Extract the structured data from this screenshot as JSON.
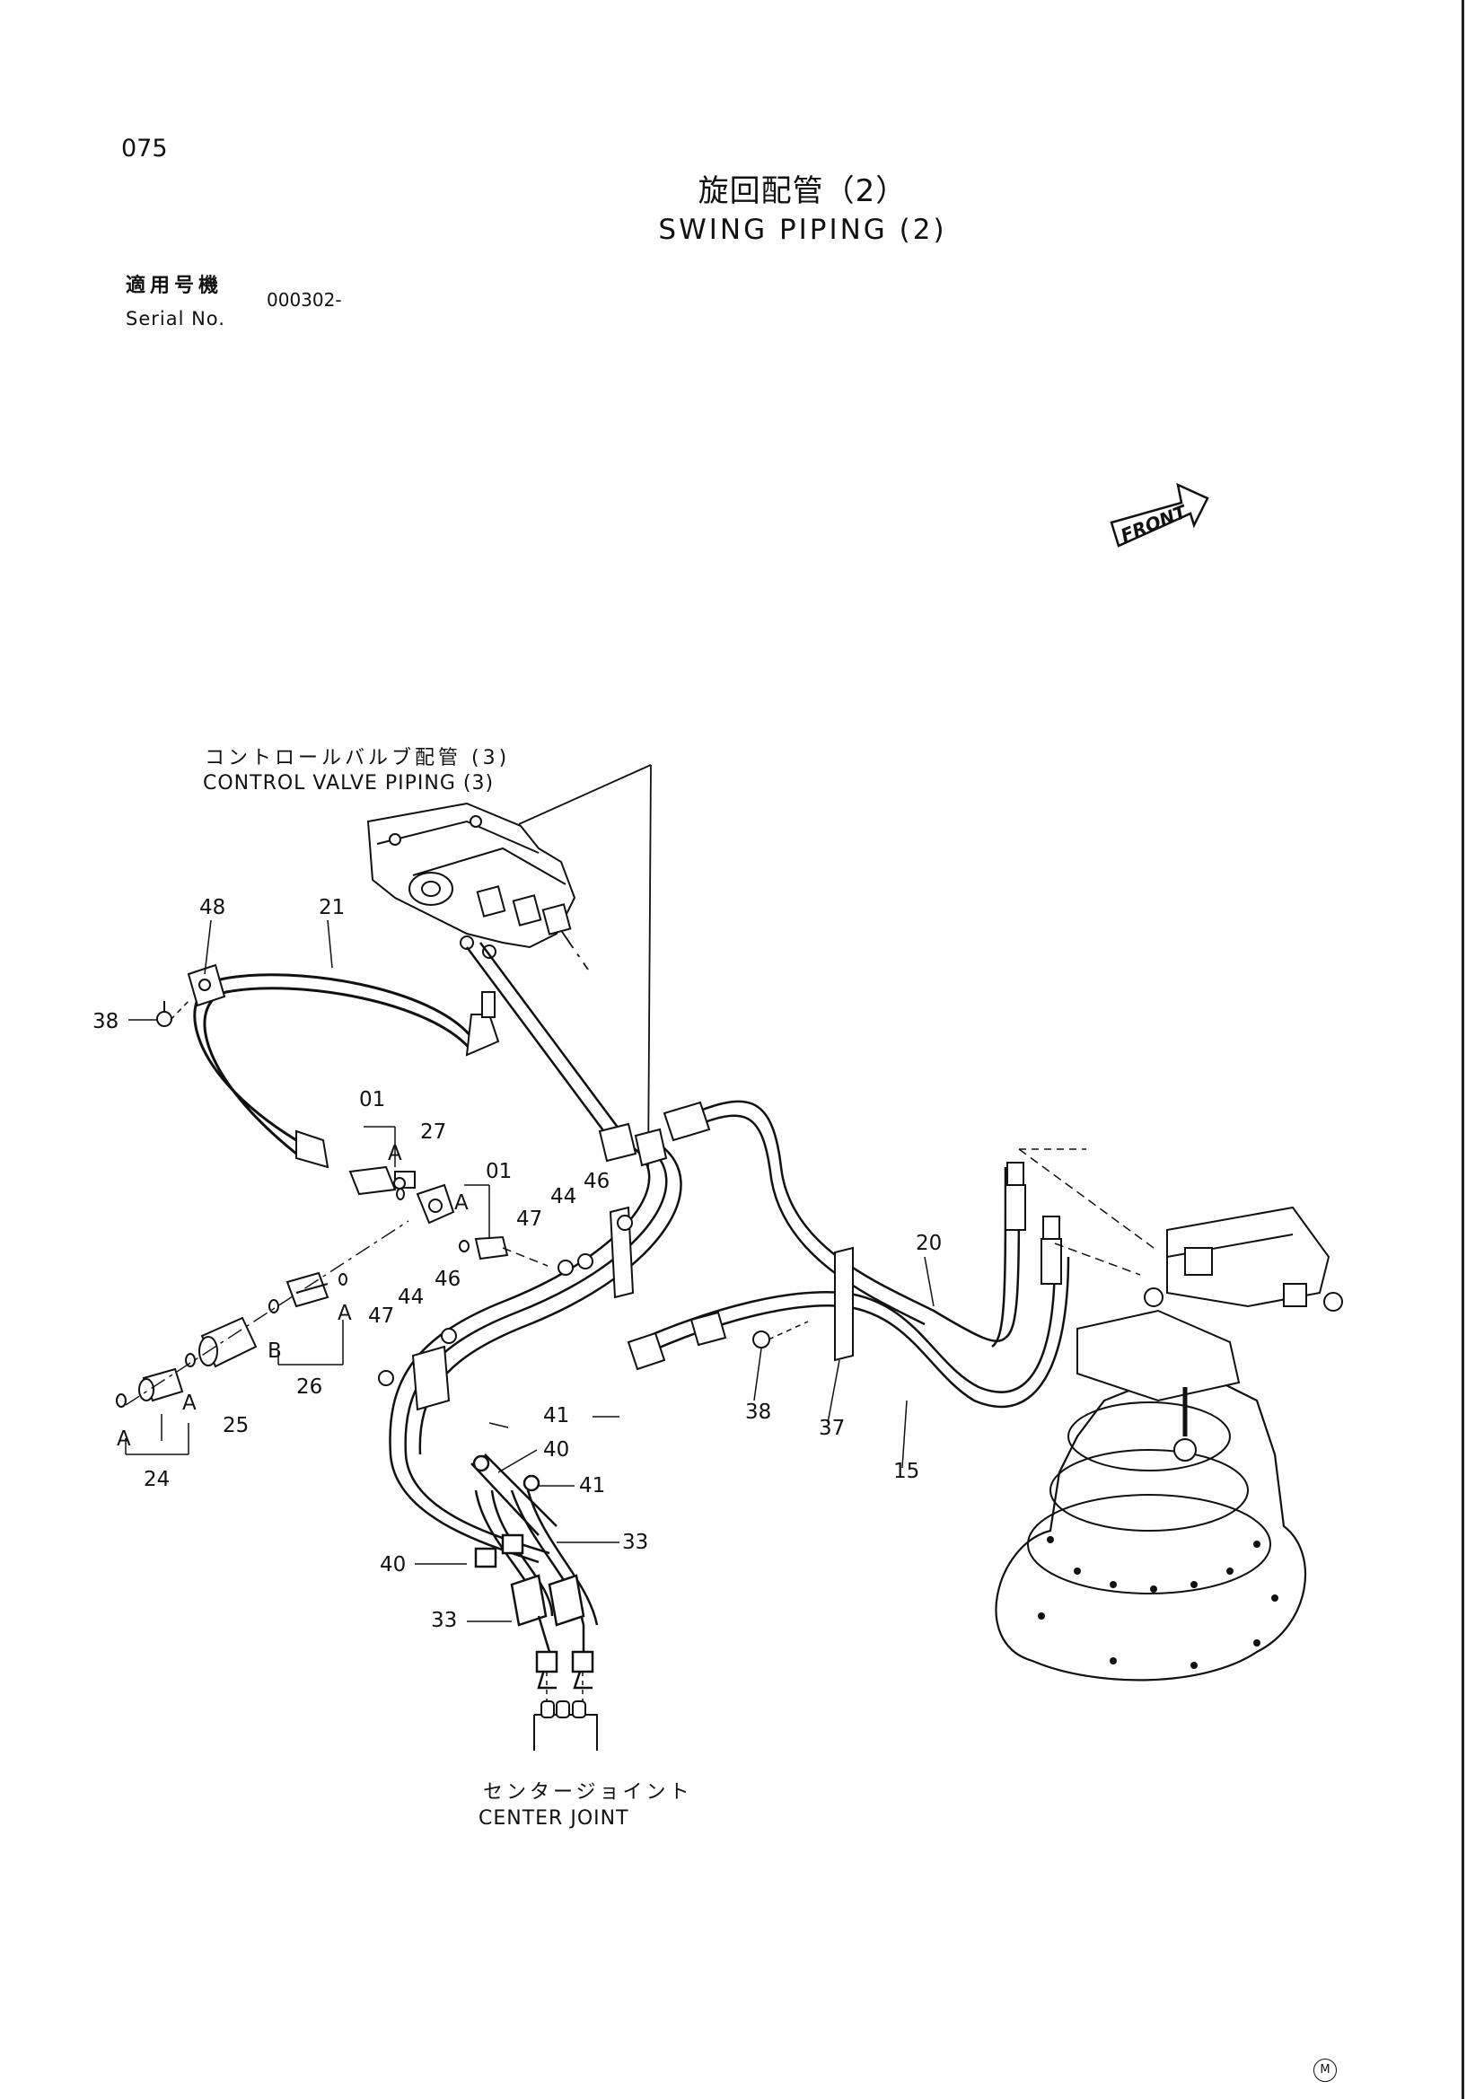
{
  "header": {
    "page_number": "075",
    "title_ja": "旋回配管（2）",
    "title_en": "SWING PIPING (2)",
    "serial_label_ja": "適用号機",
    "serial_label_en": "Serial No.",
    "serial_value": "000302-"
  },
  "front_label": "FRONT",
  "references": {
    "control_valve_ja": "コントロールバルブ配管 (3)",
    "control_valve_en": "CONTROL VALVE PIPING (3)",
    "center_joint_ja": "センタージョイント",
    "center_joint_en": "CENTER JOINT"
  },
  "callouts": {
    "c48": "48",
    "c21": "21",
    "c38a": "38",
    "c01a": "01",
    "cAa": "A",
    "c27": "27",
    "c01b": "01",
    "cAb": "A",
    "c44a": "44",
    "c46a": "46",
    "c47a": "47",
    "cAc": "A",
    "c44b": "44",
    "c46b": "46",
    "c47b": "47",
    "cB": "B",
    "c26": "26",
    "c25": "25",
    "cAd": "A",
    "cAe": "A",
    "c24": "24",
    "c20": "20",
    "c38b": "38",
    "c37": "37",
    "c15": "15",
    "c41a": "41",
    "c40a": "40",
    "c41b": "41",
    "c40b": "40",
    "c33a": "33",
    "c33b": "33"
  },
  "footer_mark": "M"
}
